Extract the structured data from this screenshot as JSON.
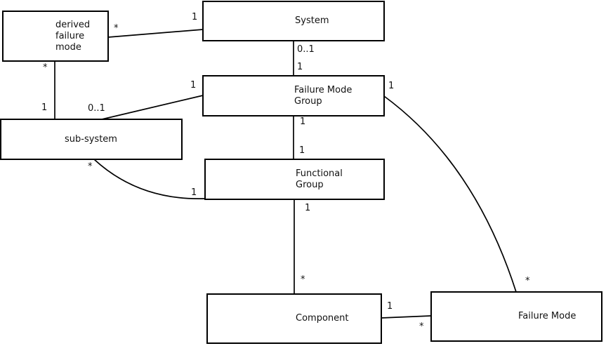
{
  "diagram": {
    "background_color": "#ffffff",
    "line_color": "#000000",
    "text_color": "#111111"
  },
  "entities": {
    "derived_failure_mode": {
      "label": "derived\nfailure\nmode"
    },
    "system": {
      "label": "System"
    },
    "failure_mode_group": {
      "label": "Failure Mode\nGroup"
    },
    "sub_system": {
      "label": "sub-system"
    },
    "functional_group": {
      "label": "Functional\nGroup"
    },
    "component": {
      "label": "Component"
    },
    "failure_mode": {
      "label": "Failure Mode"
    }
  },
  "relations": [
    {
      "from": "derived_failure_mode",
      "to": "system",
      "from_multiplicity": "*",
      "to_multiplicity": "1"
    },
    {
      "from": "derived_failure_mode",
      "to": "sub_system",
      "from_multiplicity": "*",
      "to_multiplicity": "1"
    },
    {
      "from": "sub_system",
      "to": "failure_mode_group",
      "from_multiplicity": "0..1",
      "to_multiplicity": "1"
    },
    {
      "from": "system",
      "to": "failure_mode_group",
      "from_multiplicity": "0..1",
      "to_multiplicity": "1"
    },
    {
      "from": "failure_mode_group",
      "to": "functional_group",
      "from_multiplicity": "1",
      "to_multiplicity": "1"
    },
    {
      "from": "sub_system",
      "to": "functional_group",
      "from_multiplicity": "*",
      "to_multiplicity": "1"
    },
    {
      "from": "functional_group",
      "to": "component",
      "from_multiplicity": "1",
      "to_multiplicity": "*"
    },
    {
      "from": "component",
      "to": "failure_mode",
      "from_multiplicity": "1",
      "to_multiplicity": "*"
    },
    {
      "from": "failure_mode_group",
      "to": "failure_mode",
      "from_multiplicity": "1",
      "to_multiplicity": "*"
    }
  ]
}
